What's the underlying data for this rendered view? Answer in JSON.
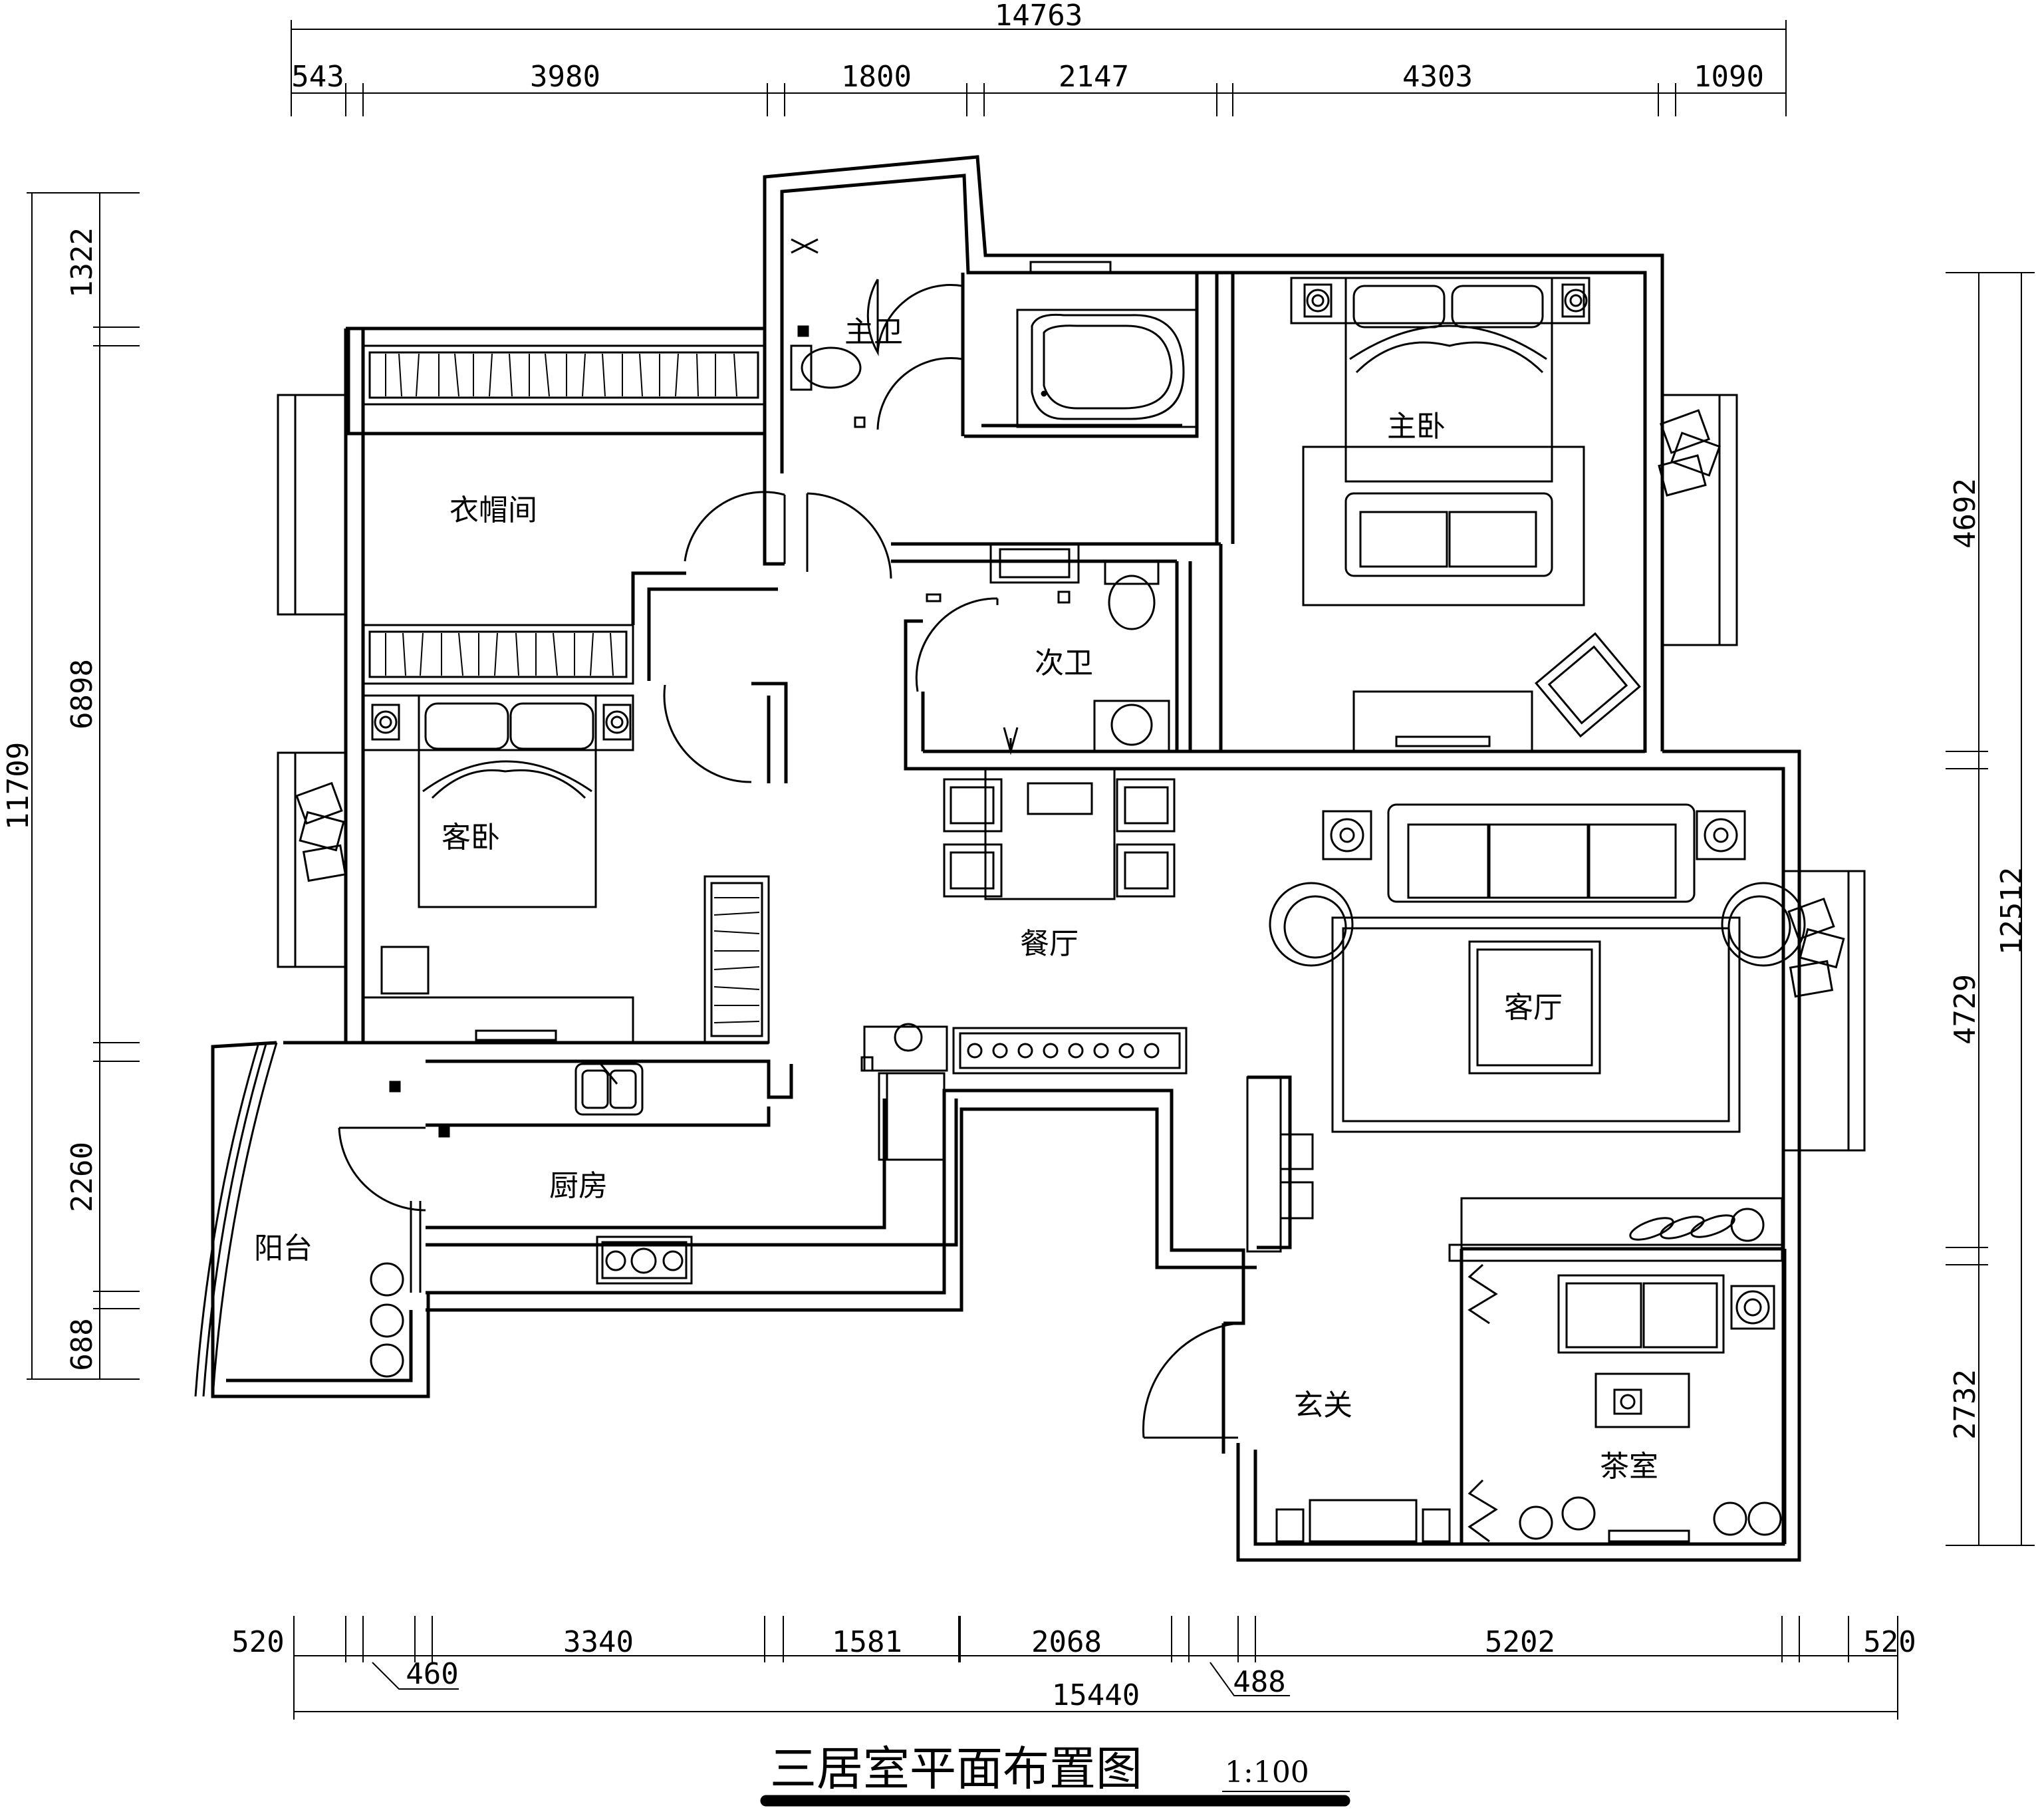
{
  "title": "三居室平面布置图",
  "scale": "1:100",
  "rooms": {
    "master_bath": "主卫",
    "master_bedroom": "主卧",
    "cloakroom": "衣帽间",
    "second_bath": "次卫",
    "guest_bedroom": "客卧",
    "dining": "餐厅",
    "living": "客厅",
    "kitchen": "厨房",
    "balcony": "阳台",
    "entrance": "玄关",
    "tea_room": "茶室"
  },
  "dimensions": {
    "top_total": "14763",
    "top": [
      "543",
      "3980",
      "1800",
      "2147",
      "4303",
      "1090"
    ],
    "left_total": "11709",
    "left": [
      "1322",
      "6898",
      "2260",
      "688"
    ],
    "right_total": "12512",
    "right": [
      "4692",
      "4729",
      "2732"
    ],
    "bottom_total": "15440",
    "bottom": [
      "520",
      "3340",
      "1581",
      "2068",
      "5202",
      "520"
    ],
    "bottom_small": [
      "460",
      "488"
    ]
  }
}
